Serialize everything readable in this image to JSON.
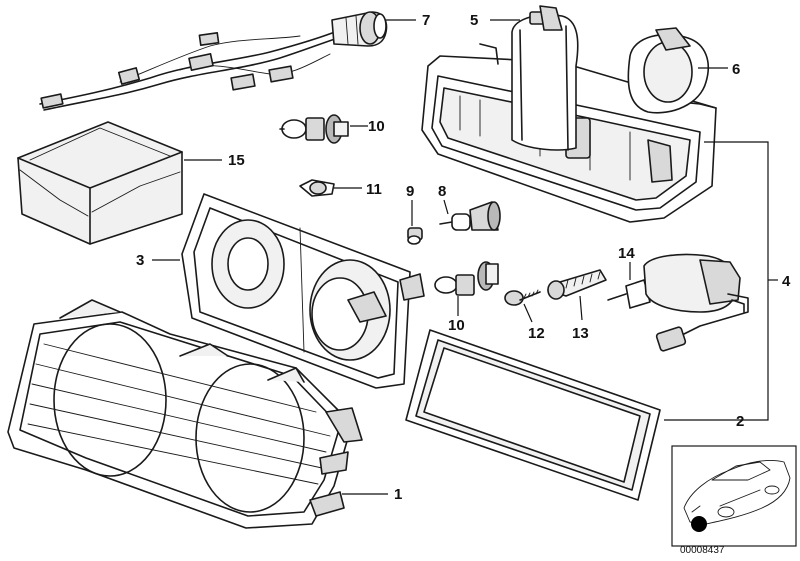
{
  "callouts": {
    "c1": "1",
    "c2": "2",
    "c3": "3",
    "c4": "4",
    "c5": "5",
    "c6": "6",
    "c7": "7",
    "c8": "8",
    "c9": "9",
    "c10a": "10",
    "c10b": "10",
    "c11": "11",
    "c12": "12",
    "c13": "13",
    "c14": "14",
    "c15": "15"
  },
  "inset": {
    "reference_number": "00008437"
  },
  "colors": {
    "line": "#1a1a1a",
    "background": "#ffffff",
    "shade": "#d9d9d9"
  }
}
